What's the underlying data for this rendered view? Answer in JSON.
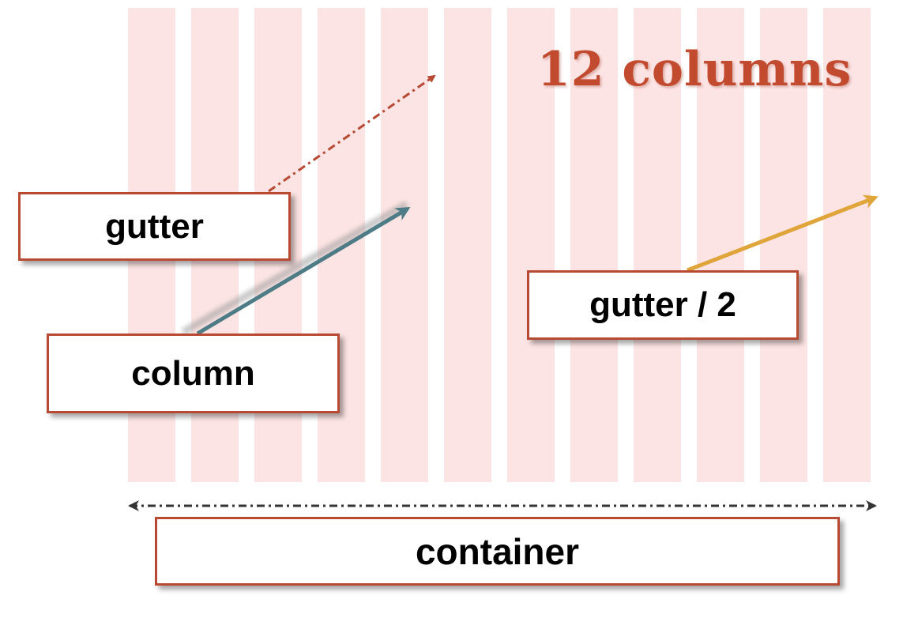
{
  "diagram": {
    "title": "12 columns",
    "column_count": 12,
    "labels": {
      "gutter": "gutter",
      "column": "column",
      "gutter_half": "gutter / 2",
      "container": "container"
    },
    "colors": {
      "column_fill": "#fde4e4",
      "title": "#c24a2f",
      "box_border": "#b84a34",
      "gutter_arrow": "#b84a34",
      "column_arrow": "#4e7c86",
      "gutter_half_arrow": "#e0a53a",
      "container_arrow": "#333333"
    }
  }
}
